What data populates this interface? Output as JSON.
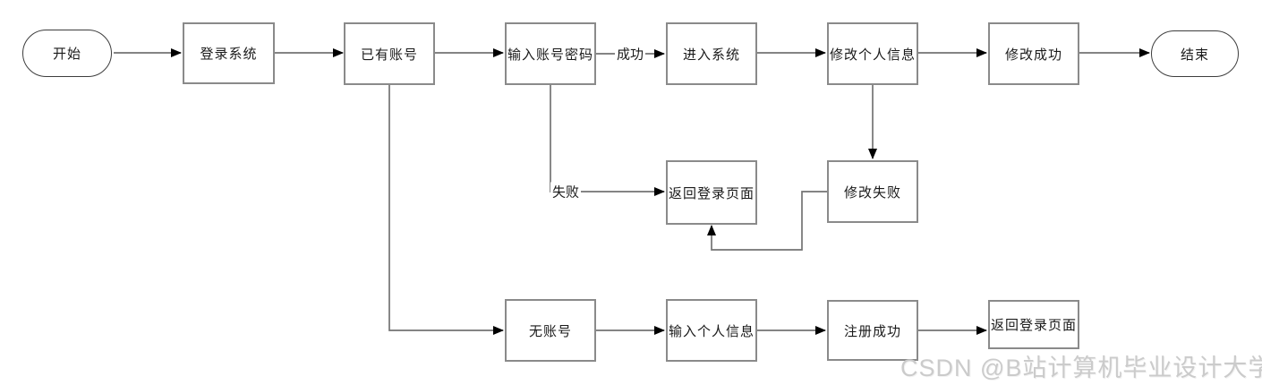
{
  "diagram": {
    "type": "flowchart",
    "nodes": [
      {
        "id": "start",
        "label": "开始",
        "shape": "terminal"
      },
      {
        "id": "login-system",
        "label": "登录系统",
        "shape": "process"
      },
      {
        "id": "has-account",
        "label": "已有账号",
        "shape": "process"
      },
      {
        "id": "enter-credentials",
        "label": "输入账号密码",
        "shape": "process"
      },
      {
        "id": "enter-system",
        "label": "进入系统",
        "shape": "process"
      },
      {
        "id": "modify-personal-info",
        "label": "修改个人信息",
        "shape": "process"
      },
      {
        "id": "modify-success",
        "label": "修改成功",
        "shape": "process"
      },
      {
        "id": "end",
        "label": "结束",
        "shape": "terminal"
      },
      {
        "id": "return-login-page-mid",
        "label": "返回登录页面",
        "shape": "process"
      },
      {
        "id": "modify-fail",
        "label": "修改失败",
        "shape": "process"
      },
      {
        "id": "no-account",
        "label": "无账号",
        "shape": "process"
      },
      {
        "id": "enter-personal-info",
        "label": "输入个人信息",
        "shape": "process"
      },
      {
        "id": "register-success",
        "label": "注册成功",
        "shape": "process"
      },
      {
        "id": "return-login-page-bottom",
        "label": "返回登录页面",
        "shape": "process"
      }
    ],
    "edge_labels": [
      {
        "id": "success",
        "label": "成功"
      },
      {
        "id": "fail",
        "label": "失败"
      }
    ],
    "colors": {
      "background": "#ffffff",
      "process_border": "#8a8a8a",
      "terminal_border": "#3d3d3d",
      "connector": "#737373",
      "arrowhead": "#000000",
      "text": "#1a1a1a",
      "watermark": "#cbcbcb"
    }
  },
  "watermark": {
    "text": "CSDN @B站计算机毕业设计大学"
  }
}
